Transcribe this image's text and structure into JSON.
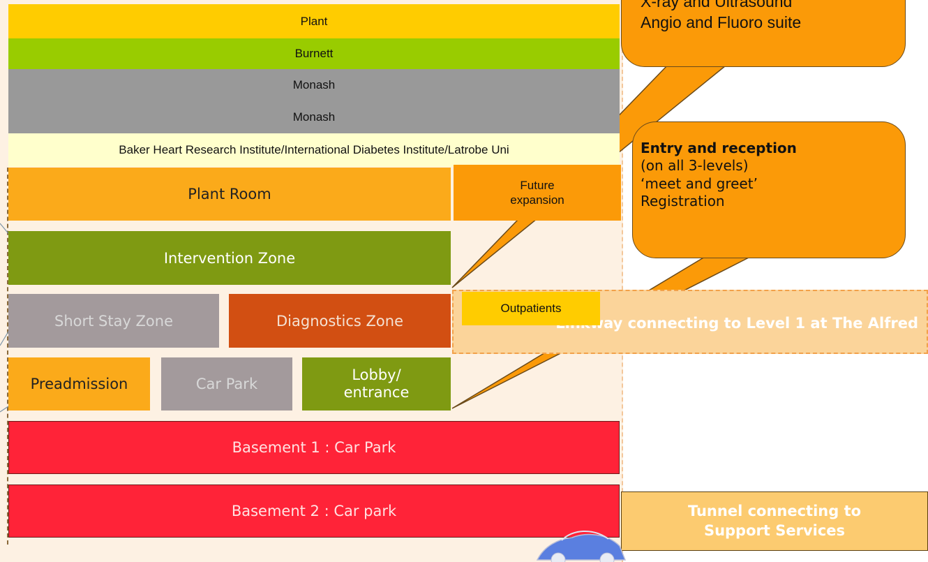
{
  "floors": {
    "plant_top": "Plant",
    "burnett": "Burnett",
    "monash_1": "Monash",
    "monash_2": "Monash",
    "baker": "Baker Heart Research Institute/International Diabetes Institute/Latrobe Uni",
    "plant_room": "Plant Room",
    "future_line1": "Future",
    "future_line2": "expansion",
    "intervention": "Intervention Zone",
    "short_stay": "Short Stay Zone",
    "diagnostics": "Diagnostics Zone",
    "outpatients": "Outpatients",
    "preadmission": "Preadmission",
    "car_park": "Car Park",
    "lobby_line1": "Lobby/",
    "lobby_line2": "entrance",
    "basement1": "Basement 1 : Car Park",
    "basement2": "Basement 2 : Car park"
  },
  "linkway": {
    "text": "Linkway connecting to Level 1 at The Alfred"
  },
  "tunnel": {
    "line1": "Tunnel connecting to",
    "line2": "Support Services"
  },
  "callout_imaging": {
    "line1": "X-ray and Ultrasound",
    "line2": "Angio and Fluoro suite"
  },
  "callout_entry": {
    "title": "Entry and reception",
    "line1": "(on all 3-levels)",
    "line2": "‘meet and greet’",
    "line3": "Registration"
  },
  "colors": {
    "plant_yellow": "#ffcc00",
    "burnett_green": "#99cc00",
    "monash_grey": "#999999",
    "baker_cream": "#ffffcc",
    "orange_zone": "#fbaa1a",
    "olive_zone": "#7f9a12",
    "mauve_zone": "#a39a9c",
    "rust_zone": "#d24f12",
    "basement_red": "#ff2338",
    "callout_orange": "#fb9a08"
  }
}
